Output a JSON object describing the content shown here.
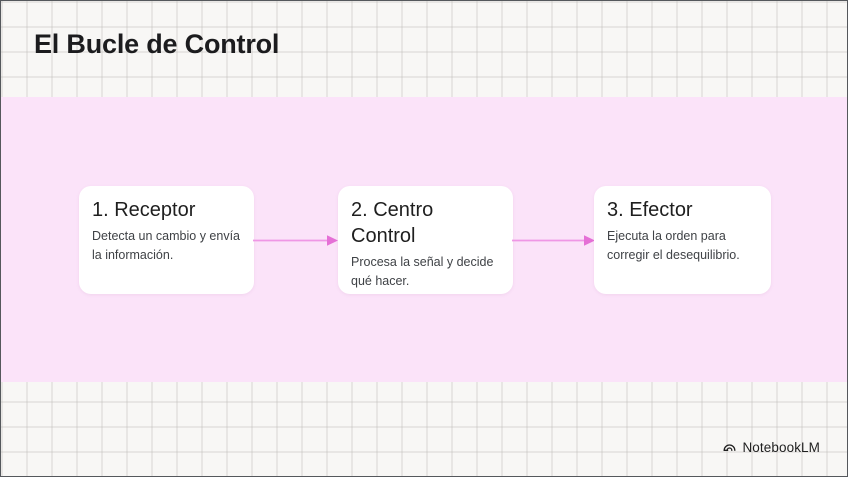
{
  "slide": {
    "title": "El Bucle de Control",
    "background_color": "#f8f7f5",
    "band_color": "#fbe3f9",
    "arrow_color": "#ea82de"
  },
  "cards": [
    {
      "heading": "1. Receptor",
      "body": "Detecta un cambio y envía la información."
    },
    {
      "heading": "2. Centro Control",
      "body": "Procesa la señal y decide qué hacer."
    },
    {
      "heading": "3. Efector",
      "body": "Ejecuta la orden para corregir el desequilibrio."
    }
  ],
  "footer": {
    "brand": "NotebookLM",
    "logo_icon": "notebooklm-arc-icon"
  }
}
